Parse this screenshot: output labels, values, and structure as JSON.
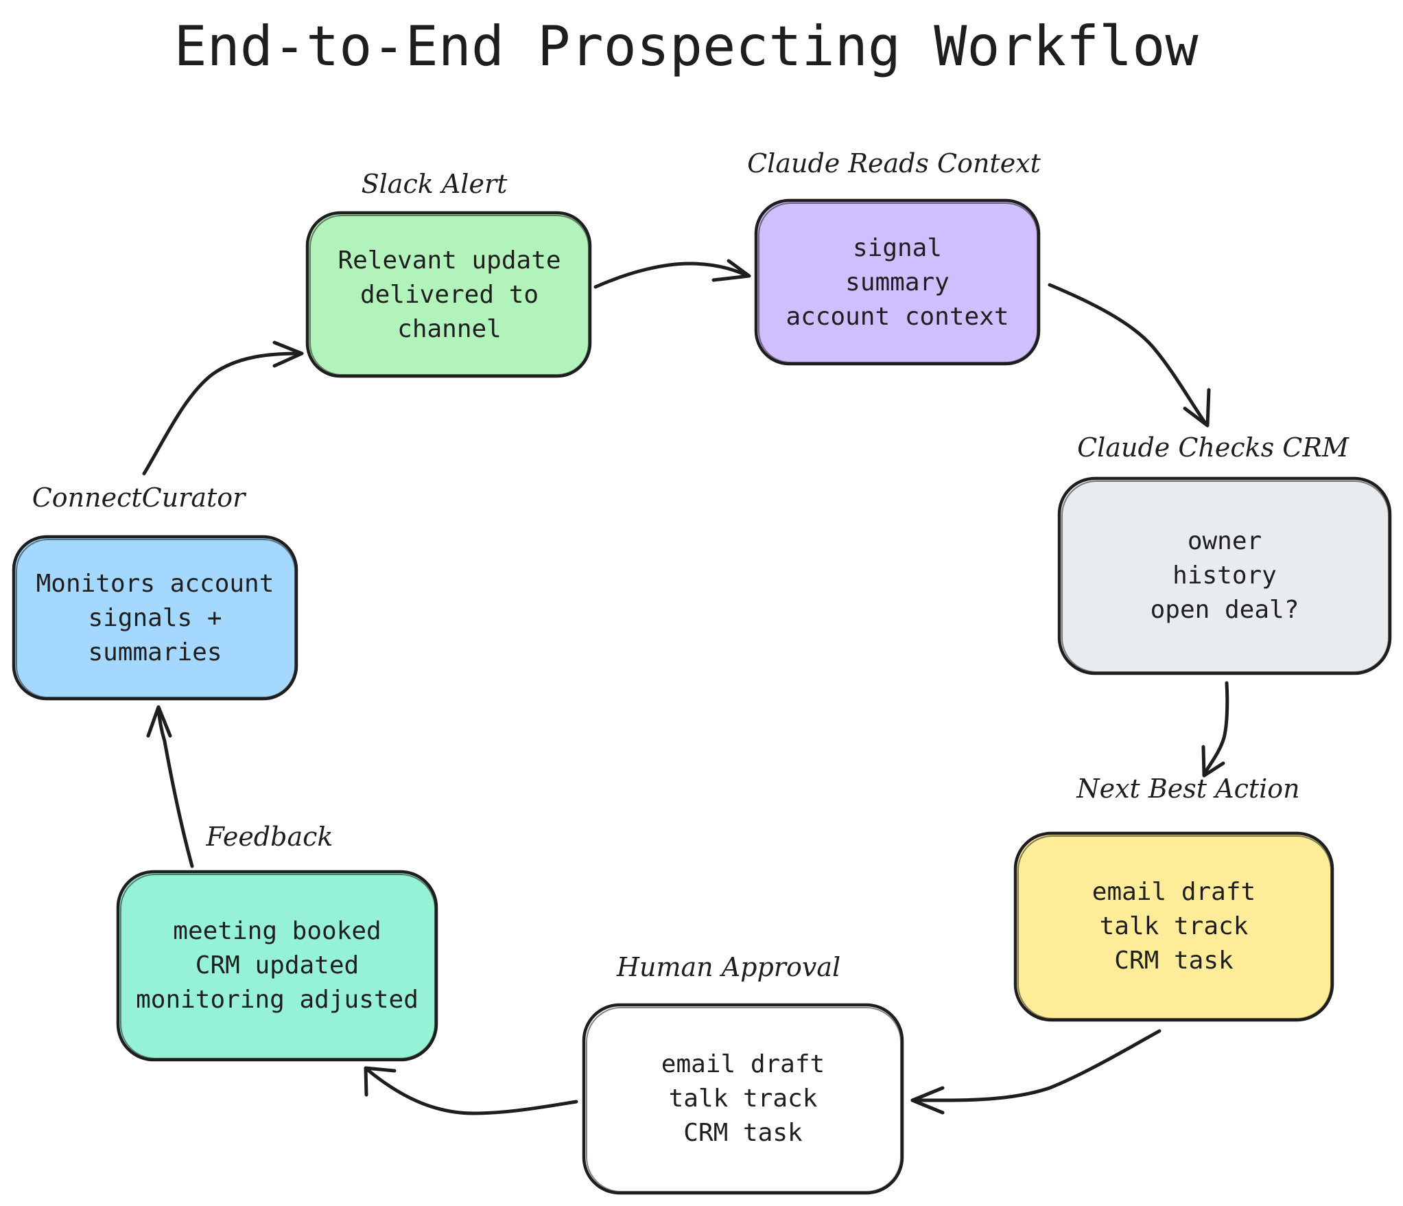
{
  "title": "End-to-End Prospecting Workflow",
  "nodes": {
    "connect_curator": {
      "label": "ConnectCurator",
      "lines": [
        "Monitors account",
        "signals +",
        "summaries"
      ],
      "color": "#a5d8ff"
    },
    "slack_alert": {
      "label": "Slack Alert",
      "lines": [
        "Relevant update",
        "delivered to",
        "channel"
      ],
      "color": "#b2f2bb"
    },
    "claude_reads_context": {
      "label": "Claude Reads Context",
      "lines": [
        "signal",
        "summary",
        "account context"
      ],
      "color": "#d0bfff"
    },
    "claude_checks_crm": {
      "label": "Claude Checks CRM",
      "lines": [
        "owner",
        "history",
        "open deal?"
      ],
      "color": "#e9ecef"
    },
    "next_best_action": {
      "label": "Next Best Action",
      "lines": [
        "email draft",
        "talk track",
        "CRM task"
      ],
      "color": "#ffec99"
    },
    "human_approval": {
      "label": "Human Approval",
      "lines": [
        "email draft",
        "talk track",
        "CRM task"
      ],
      "color": "#ffffff"
    },
    "feedback": {
      "label": "Feedback",
      "lines": [
        "meeting booked",
        "CRM updated",
        "monitoring adjusted"
      ],
      "color": "#96f2d7"
    }
  }
}
